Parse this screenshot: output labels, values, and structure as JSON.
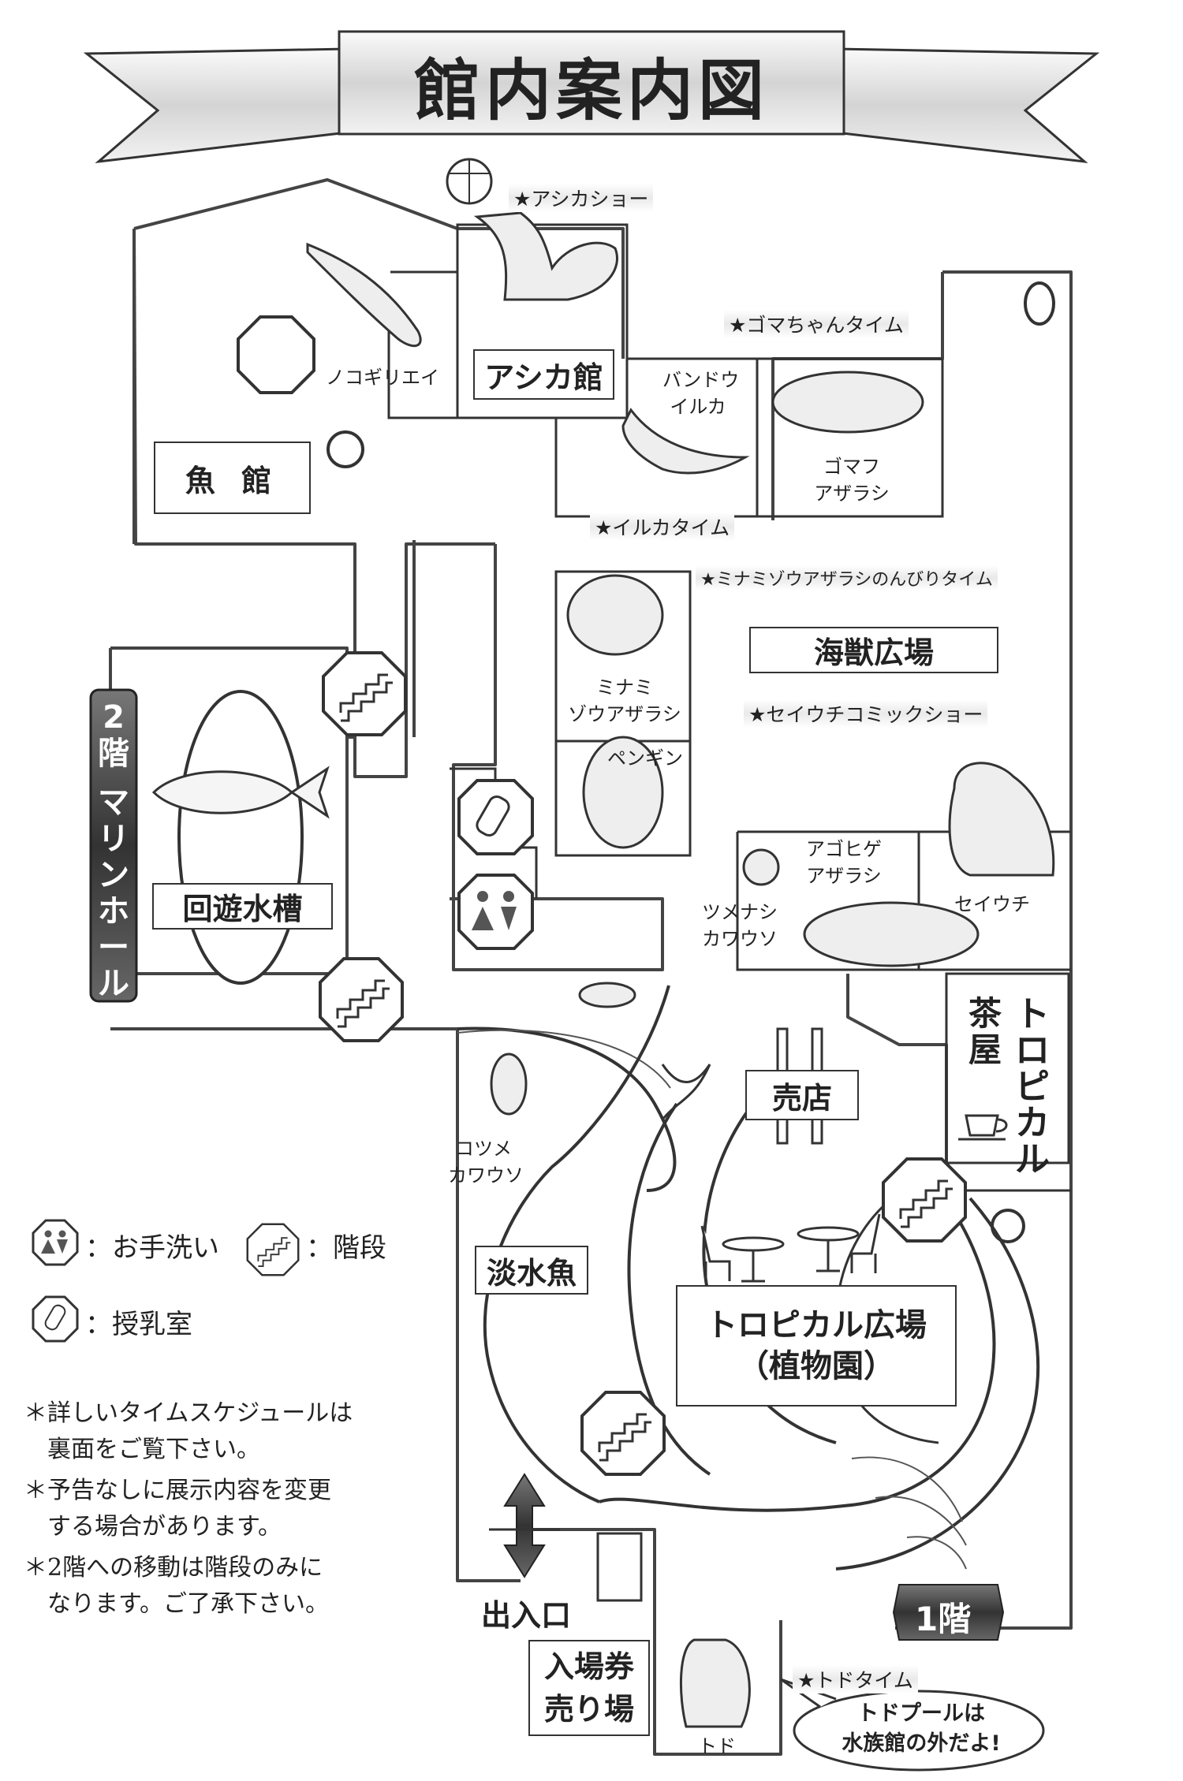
{
  "title": "館内案内図",
  "rooms": {
    "fish_hall": "魚 館",
    "sea_lion_hall": "アシカ館",
    "marine_plaza": "海獣広場",
    "kaiyu_tank": "回遊水槽",
    "shop": "売店",
    "freshwater": "淡水魚",
    "tropical_plaza_1": "トロピカル広場",
    "tropical_plaza_2": "（植物園）",
    "tropical_teahouse_a": "トロピカル",
    "tropical_teahouse_b": "茶屋",
    "ticket_1": "入場券",
    "ticket_2": "売り場",
    "entrance": "出入口",
    "second_floor_banner": "2階 マリンホール",
    "first_floor_badge": "1階"
  },
  "animals": {
    "sawfish": "ノコギリエイ",
    "dolphin_1": "バンドウ",
    "dolphin_2": "イルカ",
    "spotted_seal_1": "ゴマフ",
    "spotted_seal_2": "アザラシ",
    "elephant_seal_1": "ミナミ",
    "elephant_seal_2": "ゾウアザラシ",
    "penguin": "ペンギン",
    "bearded_seal_1": "アゴヒゲ",
    "bearded_seal_2": "アザラシ",
    "walrus": "セイウチ",
    "otter_1": "ツメナシ",
    "otter_2": "カワウソ",
    "small_otter_1": "コツメ",
    "small_otter_2": "カワウソ",
    "steller": "トド"
  },
  "shows": {
    "sea_lion": "★アシカショー",
    "goma": "★ゴマちゃんタイム",
    "dolphin": "★イルカタイム",
    "minami": "★ミナミゾウアザラシのんびりタイム",
    "walrus": "★セイウチコミックショー",
    "todo": "★トドタイム"
  },
  "speech_bubble": {
    "line1": "トドプールは",
    "line2": "水族館の外だよ!"
  },
  "legend": {
    "restroom": "：お手洗い",
    "stairs": "：階段",
    "nursing": "：授乳室"
  },
  "notes": [
    "＊詳しいタイムスケジュールは",
    "裏面をご覧下さい。",
    "＊予告なしに展示内容を変更",
    "する場合があります。",
    "＊2階への移動は階段のみに",
    "なります。ご了承下さい。"
  ],
  "icons": [
    "stairs-icon",
    "restroom-icon",
    "nursing-room-icon",
    "teacup-icon"
  ]
}
